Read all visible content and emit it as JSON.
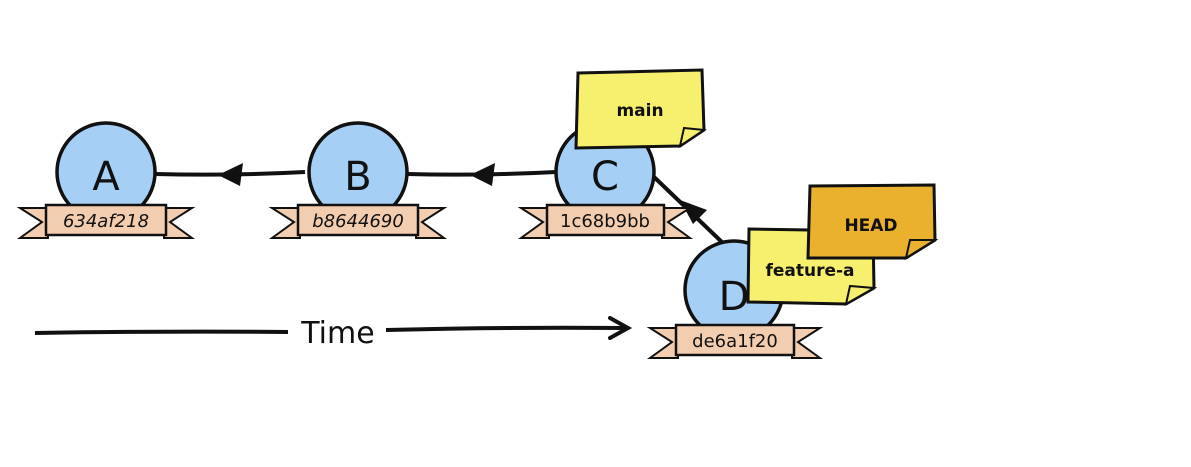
{
  "diagram": {
    "title": "Git commit graph with branch pointers",
    "colors": {
      "commit_fill": "#a5cff5",
      "ribbon_fill": "#f3cdb0",
      "branch_note_fill": "#f7f06e",
      "head_note_fill": "#eab12e",
      "stroke": "#111111",
      "background": "#ffffff"
    },
    "commits": [
      {
        "id": "A",
        "label": "A",
        "hash": "634af218"
      },
      {
        "id": "B",
        "label": "B",
        "hash": "b8644690"
      },
      {
        "id": "C",
        "label": "C",
        "hash": "1c68b9bb"
      },
      {
        "id": "D",
        "label": "D",
        "hash": "de6a1f20"
      }
    ],
    "edges": [
      {
        "from": "B",
        "to": "A"
      },
      {
        "from": "C",
        "to": "B"
      },
      {
        "from": "D",
        "to": "C"
      }
    ],
    "refs": [
      {
        "name": "main",
        "points_to": "C",
        "kind": "branch"
      },
      {
        "name": "feature-a",
        "points_to": "D",
        "kind": "branch"
      },
      {
        "name": "HEAD",
        "points_to": "feature-a",
        "kind": "head"
      }
    ],
    "time_axis": {
      "label": "Time",
      "direction": "left-to-right"
    }
  }
}
